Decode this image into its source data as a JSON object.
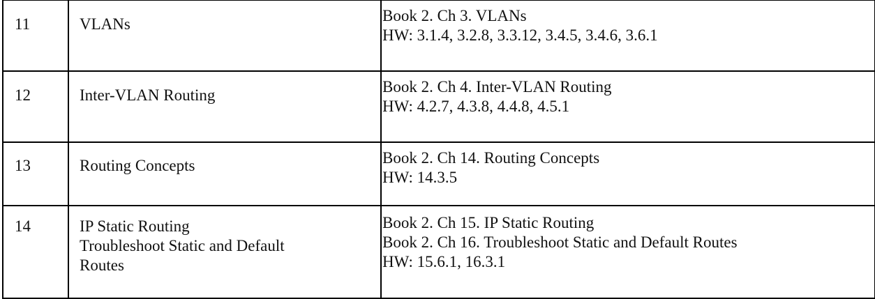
{
  "rows": [
    {
      "week": "11",
      "topic": [
        "VLANs"
      ],
      "reading": [
        "Book 2. Ch 3. VLANs",
        "HW: 3.1.4, 3.2.8, 3.3.12, 3.4.5, 3.4.6, 3.6.1"
      ]
    },
    {
      "week": "12",
      "topic": [
        "Inter-VLAN Routing"
      ],
      "reading": [
        "Book 2. Ch 4. Inter-VLAN Routing",
        "HW: 4.2.7, 4.3.8, 4.4.8, 4.5.1"
      ]
    },
    {
      "week": "13",
      "topic": [
        "Routing Concepts"
      ],
      "reading": [
        "Book 2. Ch 14. Routing Concepts",
        "HW: 14.3.5"
      ]
    },
    {
      "week": "14",
      "topic": [
        "IP Static Routing",
        "Troubleshoot Static and Default",
        "Routes"
      ],
      "reading": [
        "Book 2. Ch 15. IP Static Routing",
        "Book 2. Ch 16. Troubleshoot Static and Default Routes",
        "HW: 15.6.1, 16.3.1"
      ]
    }
  ]
}
